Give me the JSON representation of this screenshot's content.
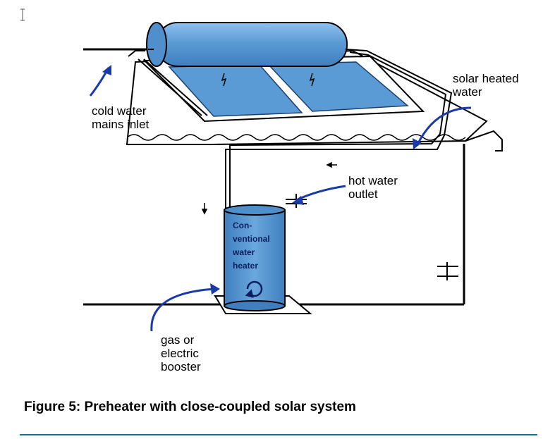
{
  "diagram": {
    "labels": {
      "cold_water": [
        "cold water",
        "mains inlet"
      ],
      "solar_heated": [
        "solar heated",
        "water"
      ],
      "hot_water": [
        "hot water",
        "outlet"
      ],
      "tank": [
        "Con-",
        "ventional",
        "water",
        "heater"
      ],
      "booster": [
        "gas or",
        "electric",
        "booster"
      ]
    },
    "caption": "Figure 5: Preheater with close-coupled solar system"
  },
  "colors": {
    "blue": "#5b9bd5",
    "arrow": "#1a3aa8",
    "rule": "#1d6f8f"
  }
}
